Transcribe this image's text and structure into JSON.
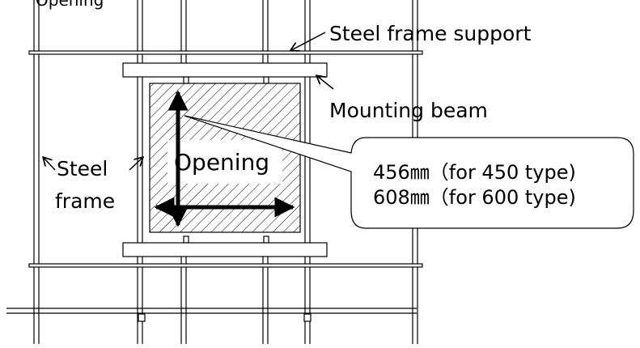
{
  "labels": {
    "top_partial": "Opening",
    "steel_frame_support": "Steel frame support",
    "mounting_beam": "Mounting beam",
    "steel_frame_line1": "Steel",
    "steel_frame_line2": "frame",
    "opening": "Opening",
    "callout_line1": "456㎜（for 450 type)",
    "callout_line2": "608㎜（for 600 type)"
  },
  "colors": {
    "line": "#000000",
    "background": "#ffffff",
    "hatch": "#000000"
  }
}
